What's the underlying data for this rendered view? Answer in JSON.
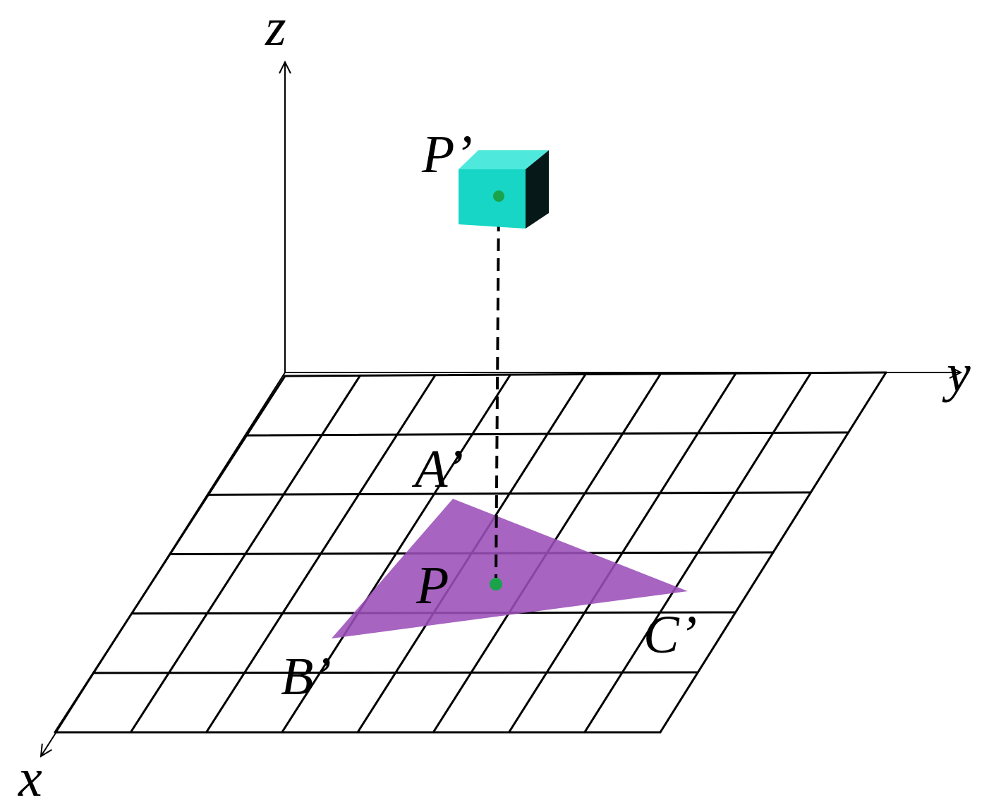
{
  "axes": {
    "x_label": "x",
    "y_label": "y",
    "z_label": "z"
  },
  "points": {
    "p_prime": "P’",
    "p": "P",
    "a_prime": "A’",
    "b_prime": "B’",
    "c_prime": "C’"
  },
  "colors": {
    "triangle_fill": "#9b4fb8",
    "cube_front": "#17d6c6",
    "cube_top": "#4ee8dc",
    "cube_side": "#071818",
    "point_marker": "#1aa34a",
    "lines": "#000000"
  },
  "grid": {
    "rows": 6,
    "columns": 8
  }
}
